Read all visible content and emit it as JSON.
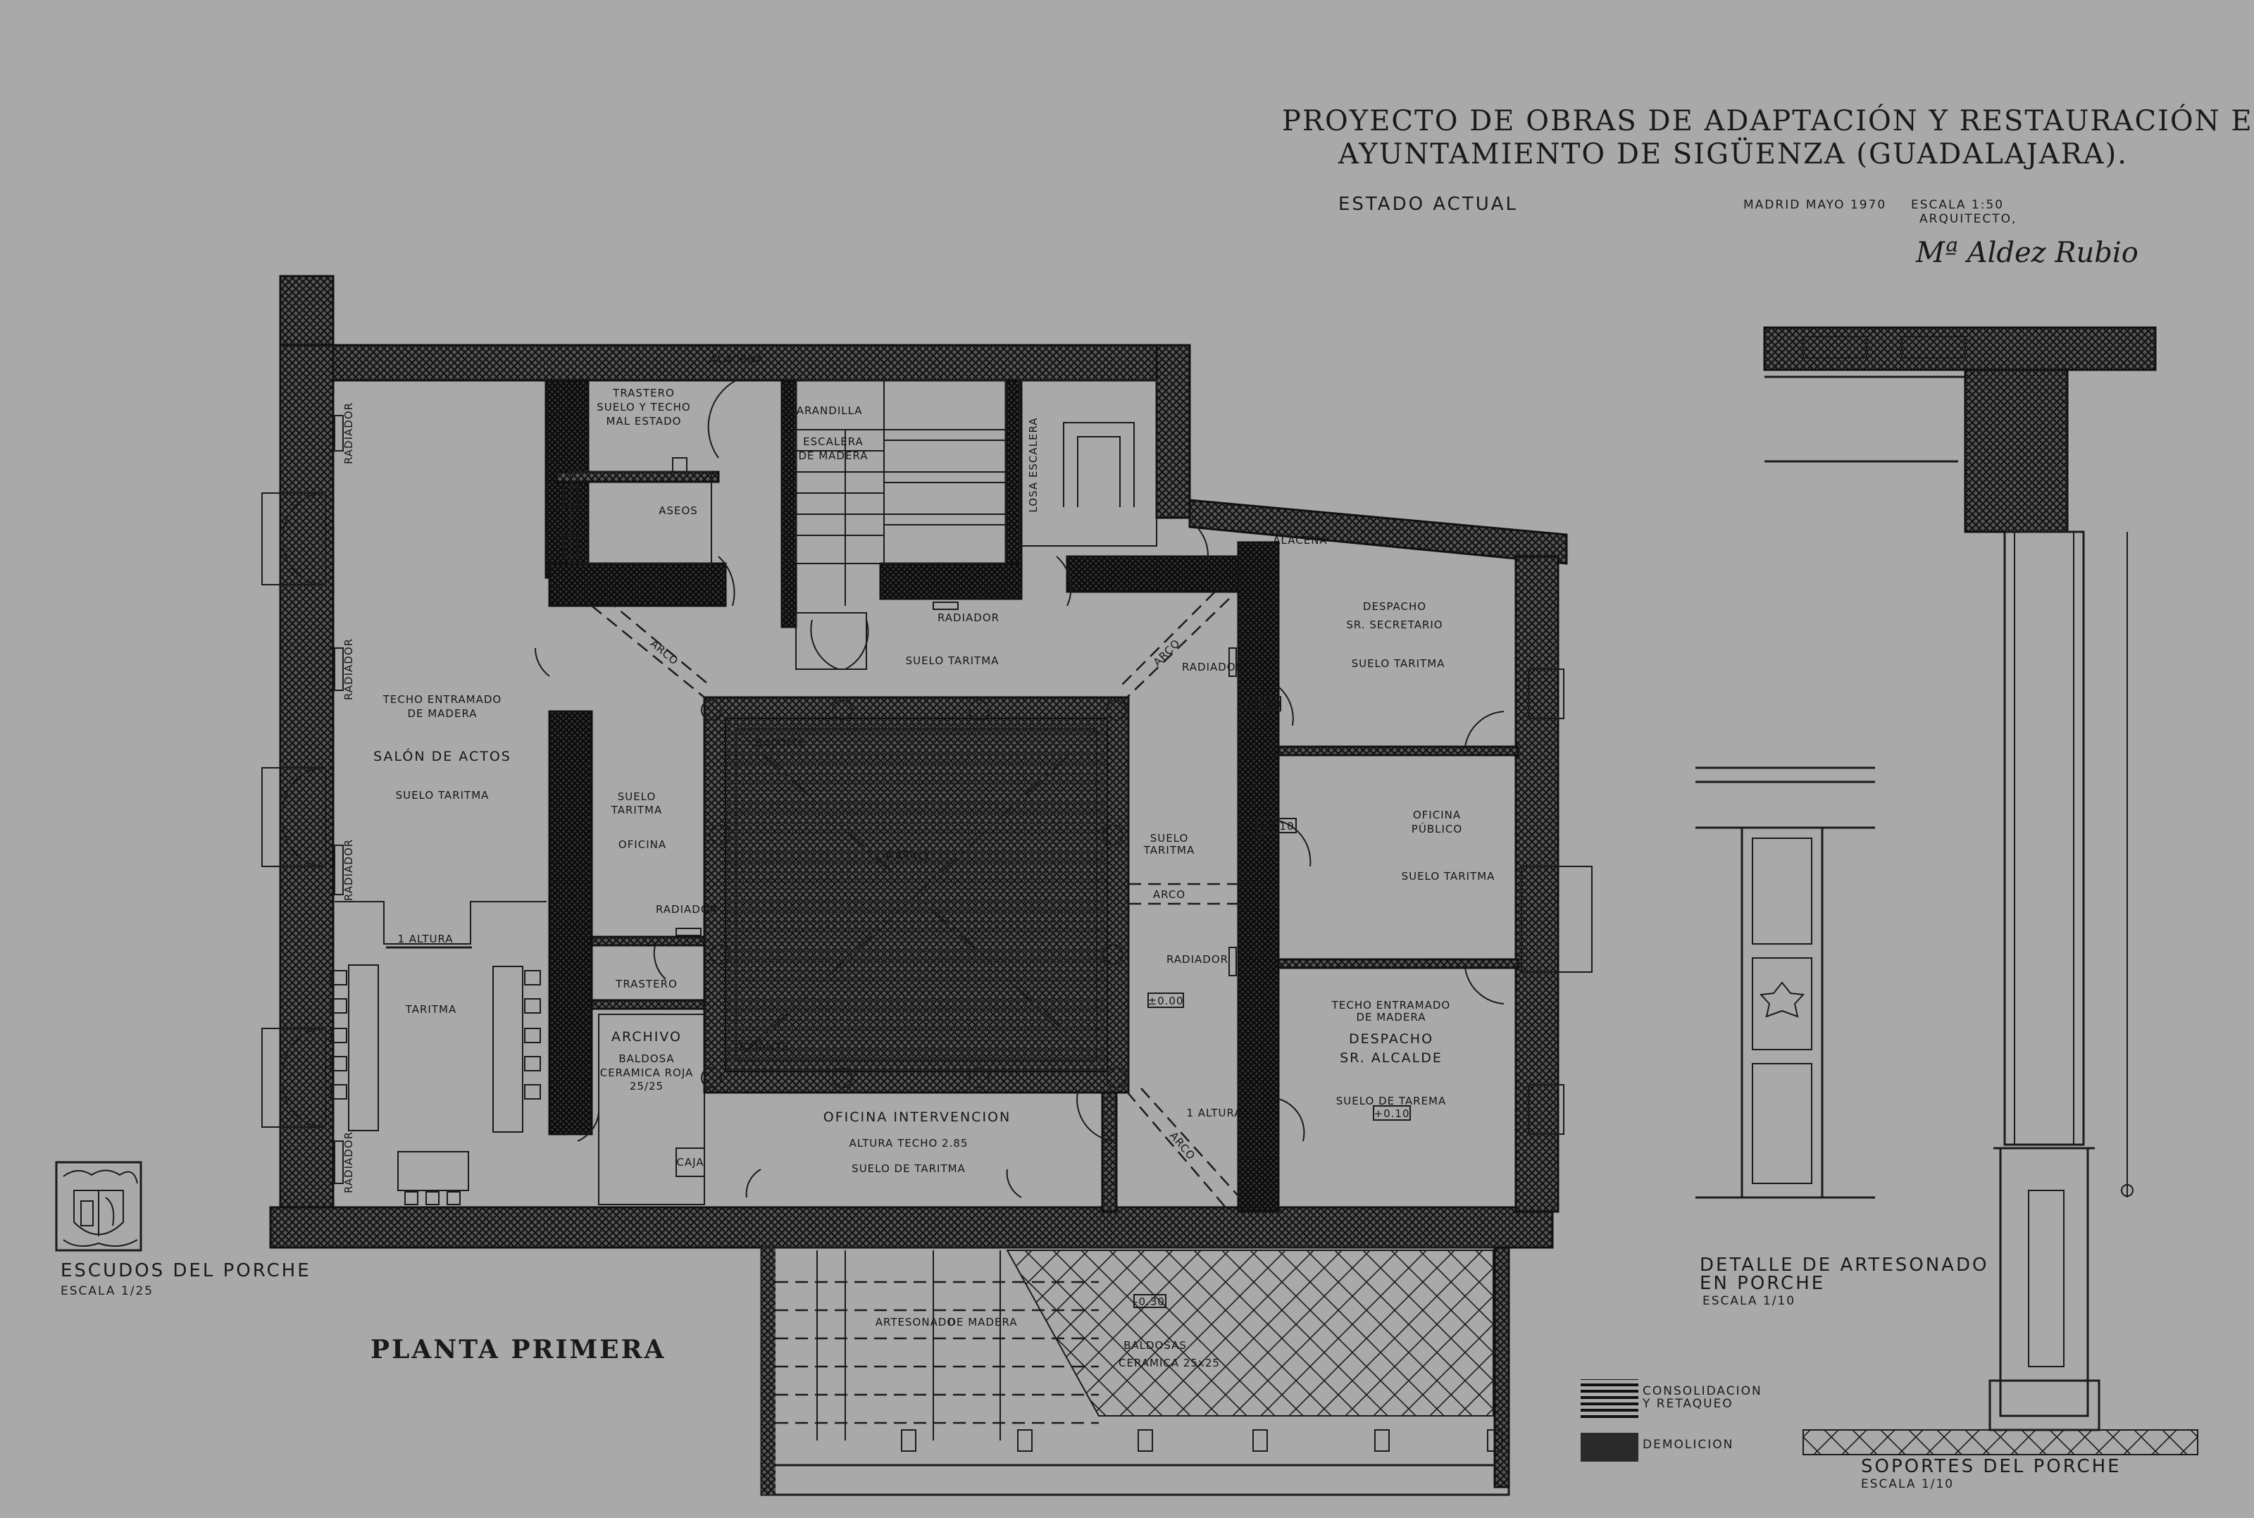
{
  "header": {
    "title_line1": "PROYECTO DE OBRAS DE ADAPTACIÓN Y RESTAURACIÓN EN EL",
    "title_line2": "AYUNTAMIENTO DE SIGÜENZA (GUADALAJARA).",
    "estado": "ESTADO ACTUAL",
    "fecha": "MADRID MAYO 1970",
    "escala": "ESCALA 1:50",
    "arquitecto": "ARQUITECTO,",
    "signature": "Mª Aldez Rubio"
  },
  "plan": {
    "title": "PLANTA PRIMERA",
    "trastero_top": [
      "TRASTERO",
      "SUELO Y TECHO",
      "MAL ESTADO"
    ],
    "aseos": "ASEOS",
    "barandilla": "BARANDILLA",
    "escalera": [
      "ESCALERA",
      "DE MADERA"
    ],
    "losa": "LOSA ESCALERA",
    "alacena": "ALACENA",
    "radiador": "RADIADOR",
    "suelo_tarima": "SUELO TARITMA",
    "suelo": "SUELO",
    "tarima": "TARITMA",
    "arco": "ARCO",
    "bajante": "BAJANTE",
    "patio": "PATIO",
    "nivel_000": "±0.00",
    "nivel_010": "+0.10",
    "nivel_030": "-0.30",
    "altura": "1 ALTURA",
    "salon": {
      "techo": [
        "TECHO ENTRAMADO",
        "DE MADERA"
      ],
      "name": "SALÓN DE ACTOS",
      "suelo": "SUELO TARITMA",
      "tarima": "TARITMA"
    },
    "oficina": "OFICINA",
    "trastero": "TRASTERO",
    "archivo": [
      "ARCHIVO",
      "BALDOSA",
      "CERAMICA ROJA",
      "25/25"
    ],
    "caja": "CAJA",
    "intervencion": [
      "OFICINA INTERVENCION",
      "ALTURA TECHO 2.85",
      "SUELO DE TARITMA"
    ],
    "secretario": [
      "DESPACHO",
      "SR. SECRETARIO",
      "SUELO TARITMA"
    ],
    "publico": [
      "OFICINA",
      "PÚBLICO",
      "SUELO TARITMA"
    ],
    "alcalde": [
      "TECHO ENTRAMADO",
      "DE MADERA",
      "DESPACHO",
      "SR. ALCALDE",
      "SUELO DE TAREMA"
    ],
    "porche": [
      "ARTESONADO",
      "DE MADERA",
      "BALDOSAS",
      "CERAMICA 25x25"
    ]
  },
  "legend": {
    "consolidacion": [
      "CONSOLIDACION",
      "Y RETAQUEO"
    ],
    "demolicion": "DEMOLICION"
  },
  "details": {
    "escudos": [
      "ESCUDOS DEL PORCHE",
      "ESCALA 1/25"
    ],
    "artesonado": [
      "DETALLE DE ARTESONADO",
      "EN PORCHE",
      "ESCALA 1/10"
    ],
    "soportes": [
      "SOPORTES DEL PORCHE",
      "ESCALA 1/10"
    ]
  }
}
